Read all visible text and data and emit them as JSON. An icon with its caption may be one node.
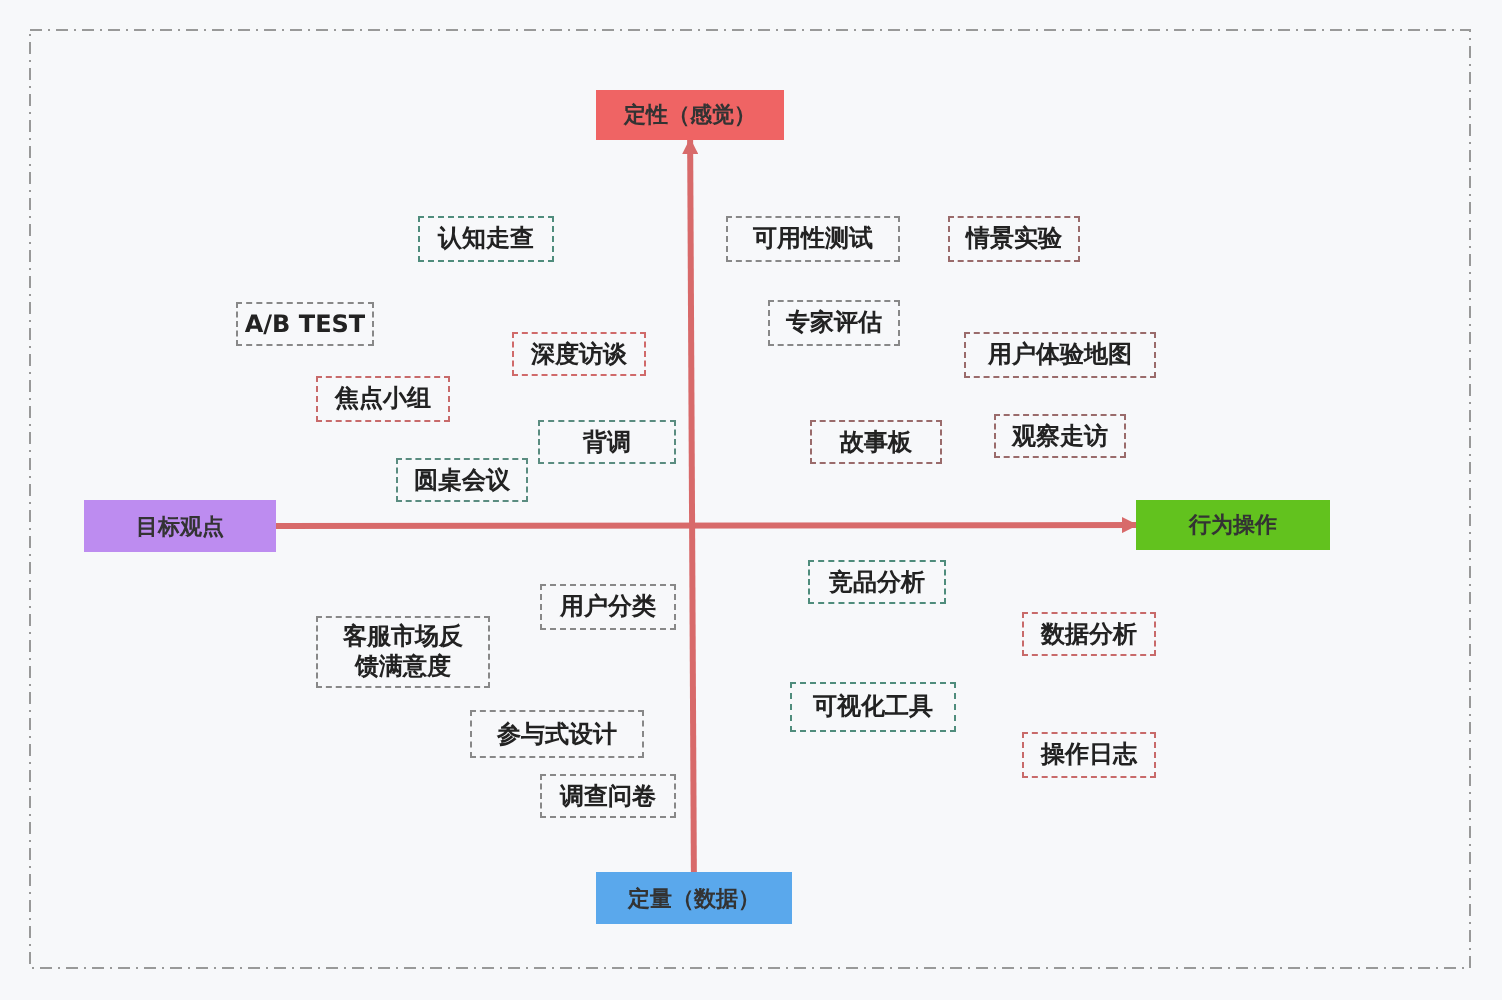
{
  "diagram": {
    "nodes": [
      {
        "text": [
          "定性（感觉）"
        ]
      },
      {
        "text": [
          "认知走查"
        ]
      },
      {
        "text": [
          "可用性测试"
        ]
      },
      {
        "text": [
          "情景实验"
        ]
      },
      {
        "text": [
          "A/B TEST"
        ]
      },
      {
        "text": [
          "专家评估"
        ]
      },
      {
        "text": [
          "深度访谈"
        ]
      },
      {
        "text": [
          "用户体验地图"
        ]
      },
      {
        "text": [
          "焦点小组"
        ]
      },
      {
        "text": [
          "背调"
        ]
      },
      {
        "text": [
          "故事板"
        ]
      },
      {
        "text": [
          "观察走访"
        ]
      },
      {
        "text": [
          "圆桌会议"
        ]
      },
      {
        "text": [
          "目标观点"
        ]
      },
      {
        "text": [
          "行为操作"
        ]
      },
      {
        "text": [
          "用户分类"
        ]
      },
      {
        "text": [
          "竞品分析"
        ]
      },
      {
        "text": [
          "客服市场反馈满意度"
        ]
      },
      {
        "text": [
          "数据分析"
        ]
      },
      {
        "text": [
          "可视化工具"
        ]
      },
      {
        "text": [
          "参与式设计"
        ]
      },
      {
        "text": [
          "操作日志"
        ]
      },
      {
        "text": [
          "调查问卷"
        ]
      },
      {
        "text": [
          "定量（数据）"
        ]
      }
    ],
    "edges": [
      {
        "from": 13,
        "to": 14,
        "arrow": "to"
      },
      {
        "from": 23,
        "to": 0,
        "arrow": "to"
      }
    ]
  }
}
